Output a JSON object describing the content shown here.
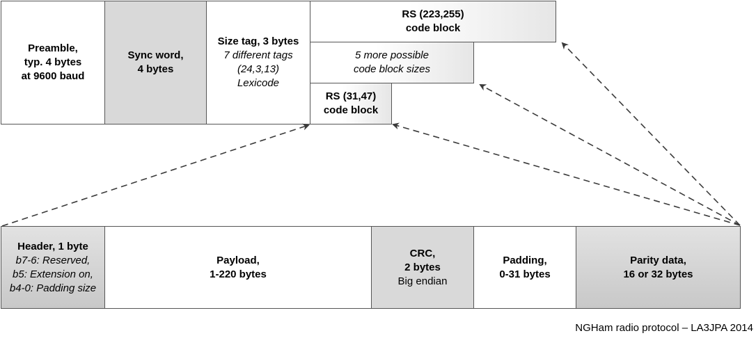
{
  "top_row": {
    "preamble": {
      "lines": [
        "Preamble,",
        "typ. 4 bytes",
        "at 9600 baud"
      ]
    },
    "sync_word": {
      "lines": [
        "Sync word,",
        "4 bytes"
      ]
    },
    "size_tag": {
      "title": "Size tag, 3 bytes",
      "sub": [
        "7 different tags",
        "(24,3,13)",
        "Lexicode"
      ]
    },
    "rs_large": {
      "lines": [
        "RS (223,255)",
        "code block"
      ]
    },
    "rs_more": {
      "lines": [
        "5 more possible",
        "code block sizes"
      ]
    },
    "rs_small": {
      "lines": [
        "RS (31,47)",
        "code block"
      ]
    }
  },
  "bottom_row": {
    "header": {
      "title": "Header, 1 byte",
      "sub": [
        "b7-6: Reserved,",
        "b5: Extension on,",
        "b4-0: Padding size"
      ]
    },
    "payload": {
      "lines": [
        "Payload,",
        "1-220 bytes"
      ]
    },
    "crc": {
      "lines": [
        "CRC,",
        "2 bytes"
      ],
      "sub": "Big endian"
    },
    "padding": {
      "lines": [
        "Padding,",
        "0-31 bytes"
      ]
    },
    "parity": {
      "lines": [
        "Parity data,",
        "16 or 32 bytes"
      ]
    }
  },
  "footer": "NGHam radio protocol – LA3JPA 2014",
  "colors": {
    "gray_fill": "#d9d9d9",
    "border": "#555555",
    "arrow": "#3a3a3a"
  }
}
